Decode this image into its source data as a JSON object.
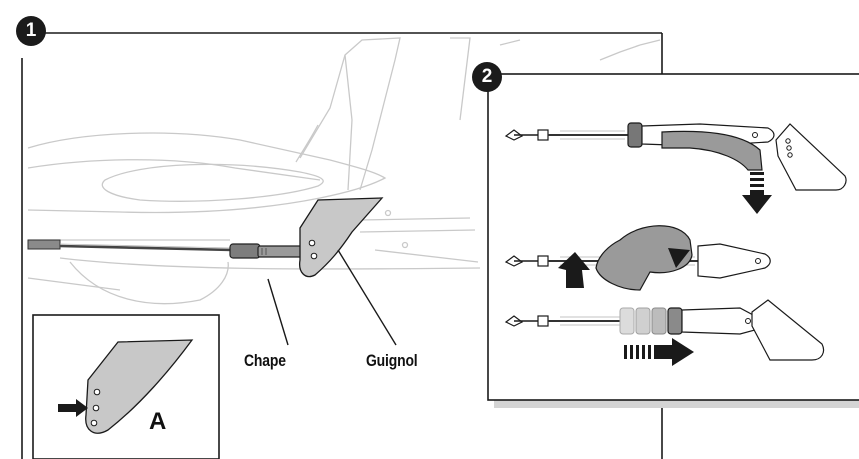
{
  "steps": {
    "step1_number": "1",
    "step2_number": "2"
  },
  "labels": {
    "clevis": "Chape",
    "control_horn": "Guignol",
    "inset_letter": "A"
  }
}
